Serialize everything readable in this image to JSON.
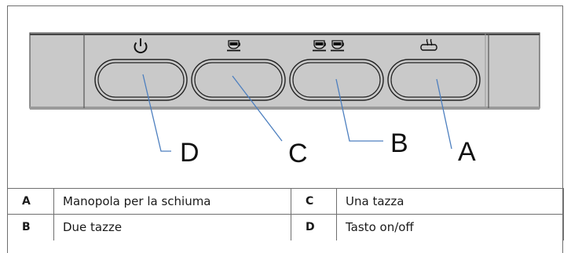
{
  "figure": {
    "callouts": [
      "D",
      "C",
      "B",
      "A"
    ],
    "buttons": [
      {
        "icon": "power-icon"
      },
      {
        "icon": "single-cup-icon"
      },
      {
        "icon": "double-cup-icon"
      },
      {
        "icon": "steam-icon"
      }
    ]
  },
  "legend": {
    "rows": [
      {
        "key1": "A",
        "label1": "Manopola per la schiuma",
        "key2": "C",
        "label2": "Una tazza"
      },
      {
        "key1": "B",
        "label1": "Due tazze",
        "key2": "D",
        "label2": "Tasto on/off"
      }
    ]
  }
}
